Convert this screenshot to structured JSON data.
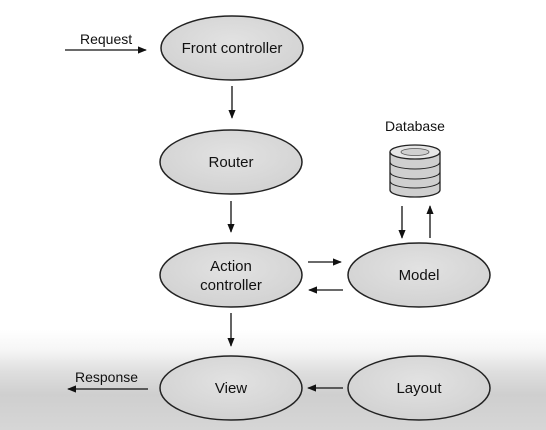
{
  "diagram": {
    "nodes": {
      "front_controller": "Front controller",
      "router": "Router",
      "action_controller_line1": "Action",
      "action_controller_line2": "controller",
      "model": "Model",
      "view": "View",
      "layout": "Layout",
      "database": "Database"
    },
    "edges": {
      "request": "Request",
      "response": "Response"
    }
  }
}
